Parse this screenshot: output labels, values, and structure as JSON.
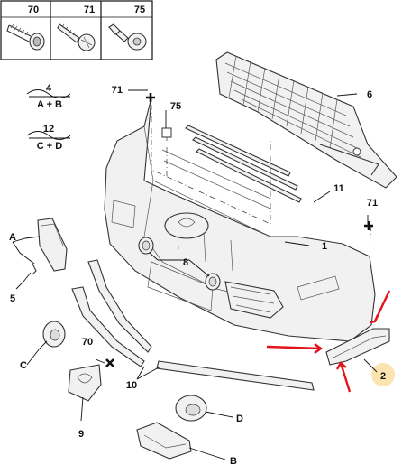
{
  "fastener_legend": [
    {
      "number": "70",
      "icon": "screw-icon"
    },
    {
      "number": "71",
      "icon": "wood-screw-icon"
    },
    {
      "number": "75",
      "icon": "push-rivet-icon"
    }
  ],
  "kit_labels": [
    {
      "number": "4",
      "contents": "A + B"
    },
    {
      "number": "12",
      "contents": "C + D"
    }
  ],
  "callouts": {
    "c1": "1",
    "c2": "2",
    "c5": "5",
    "c6": "6",
    "c8": "8",
    "c9": "9",
    "c10": "10",
    "c11": "11",
    "c70": "70",
    "c71_left": "71",
    "c71_right": "71",
    "c75": "75",
    "cA": "A",
    "cB": "B",
    "cC": "C",
    "cD": "D"
  },
  "colors": {
    "highlight_arrow": "#e3141b",
    "highlight_badge": "#fbe4b0"
  }
}
